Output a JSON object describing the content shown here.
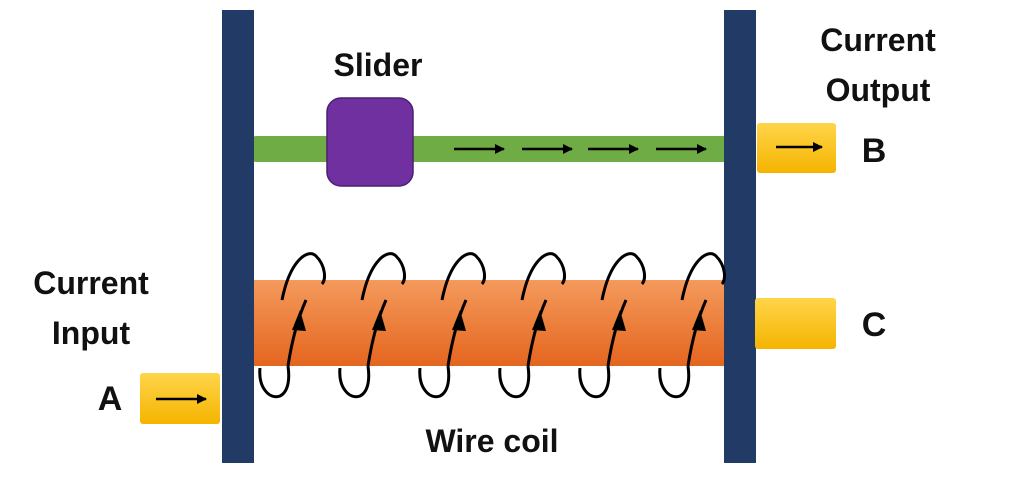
{
  "labels": {
    "slider": "Slider",
    "current_output_line1": "Current",
    "current_output_line2": "Output",
    "current_input_line1": "Current",
    "current_input_line2": "Input",
    "terminal_a": "A",
    "terminal_b": "B",
    "terminal_c": "C",
    "wire_coil": "Wire coil"
  },
  "colors": {
    "frame_post": "#223a66",
    "slider_rod": "#6fac46",
    "slider_block": "#7030a0",
    "coil_core_top": "#f49a5c",
    "coil_core_bottom": "#e4661f",
    "terminal_top": "#ffd54a",
    "terminal_bottom": "#f5b400",
    "wire": "#000000"
  },
  "icons": {
    "current_arrow": "right-arrow-icon",
    "coil_arrow": "up-arrow-icon"
  },
  "coil": {
    "turns": 6
  }
}
